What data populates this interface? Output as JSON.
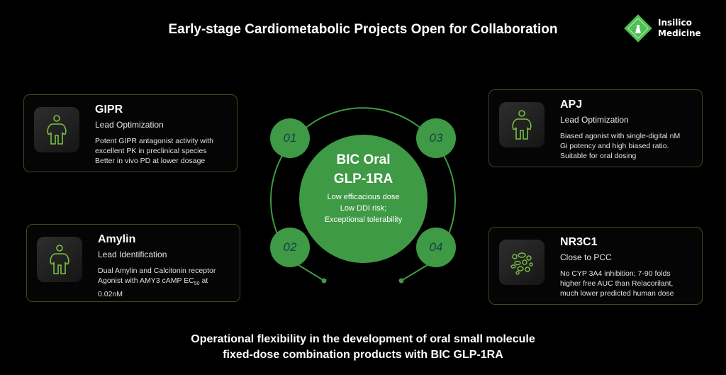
{
  "title": "Early-stage Cardiometabolic Projects Open for Collaboration",
  "logo": {
    "line1": "Insilico",
    "line2": "Medicine"
  },
  "accent": "#3e9a44",
  "center": {
    "title1": "BIC Oral",
    "title2": "GLP-1RA",
    "lines": [
      "Low efficacious dose",
      "Low DDI risk;",
      "Exceptional tolerability"
    ]
  },
  "numbers": [
    "01",
    "02",
    "03",
    "04"
  ],
  "cards": [
    {
      "name": "GIPR",
      "stage": "Lead Optimization",
      "desc": [
        "Potent GIPR antagonist activity with",
        "excellent PK in preclinical species",
        "Better in vivo PD at lower dosage"
      ],
      "icon": "person-icon"
    },
    {
      "name": "Amylin",
      "stage": "Lead Identification",
      "desc": [
        "Dual Amylin and Calcitonin receptor",
        "Agonist with AMY3 cAMP EC",
        "50",
        " at",
        "0.02nM"
      ],
      "icon": "person-icon"
    },
    {
      "name": "APJ",
      "stage": "Lead Optimization",
      "desc": [
        "Biased agonist with single-digital nM",
        "Gi potency and high biased ratio.",
        "Suitable for oral dosing"
      ],
      "icon": "person-icon"
    },
    {
      "name": "NR3C1",
      "stage": "Close to PCC",
      "desc": [
        "No CYP 3A4 inhibition; 7-90 folds",
        "higher free AUC than Relacorilant,",
        "much lower predicted human dose"
      ],
      "icon": "cells-icon"
    }
  ],
  "bottom": {
    "line1": "Operational flexibility in the development of oral small molecule",
    "line2": "fixed-dose combination products with BIC GLP-1RA"
  }
}
